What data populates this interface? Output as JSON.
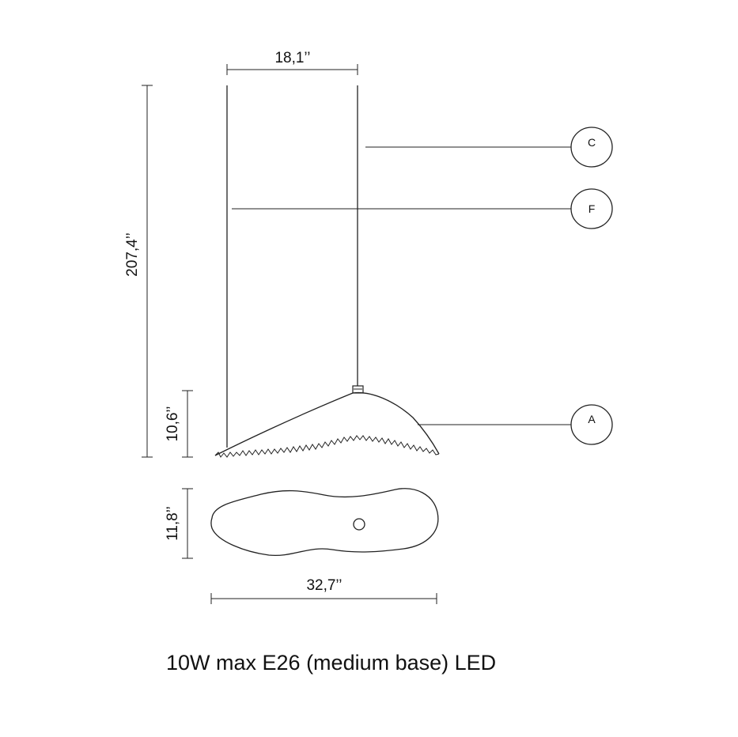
{
  "dimensions": {
    "top_width": "18,1’’",
    "total_height": "207,4’’",
    "shade_height": "10,6’’",
    "shade_depth": "11,8’’",
    "shade_width": "32,7’’"
  },
  "callouts": [
    "C",
    "F",
    "A"
  ],
  "spec": "10W max E26 (medium base) LED"
}
